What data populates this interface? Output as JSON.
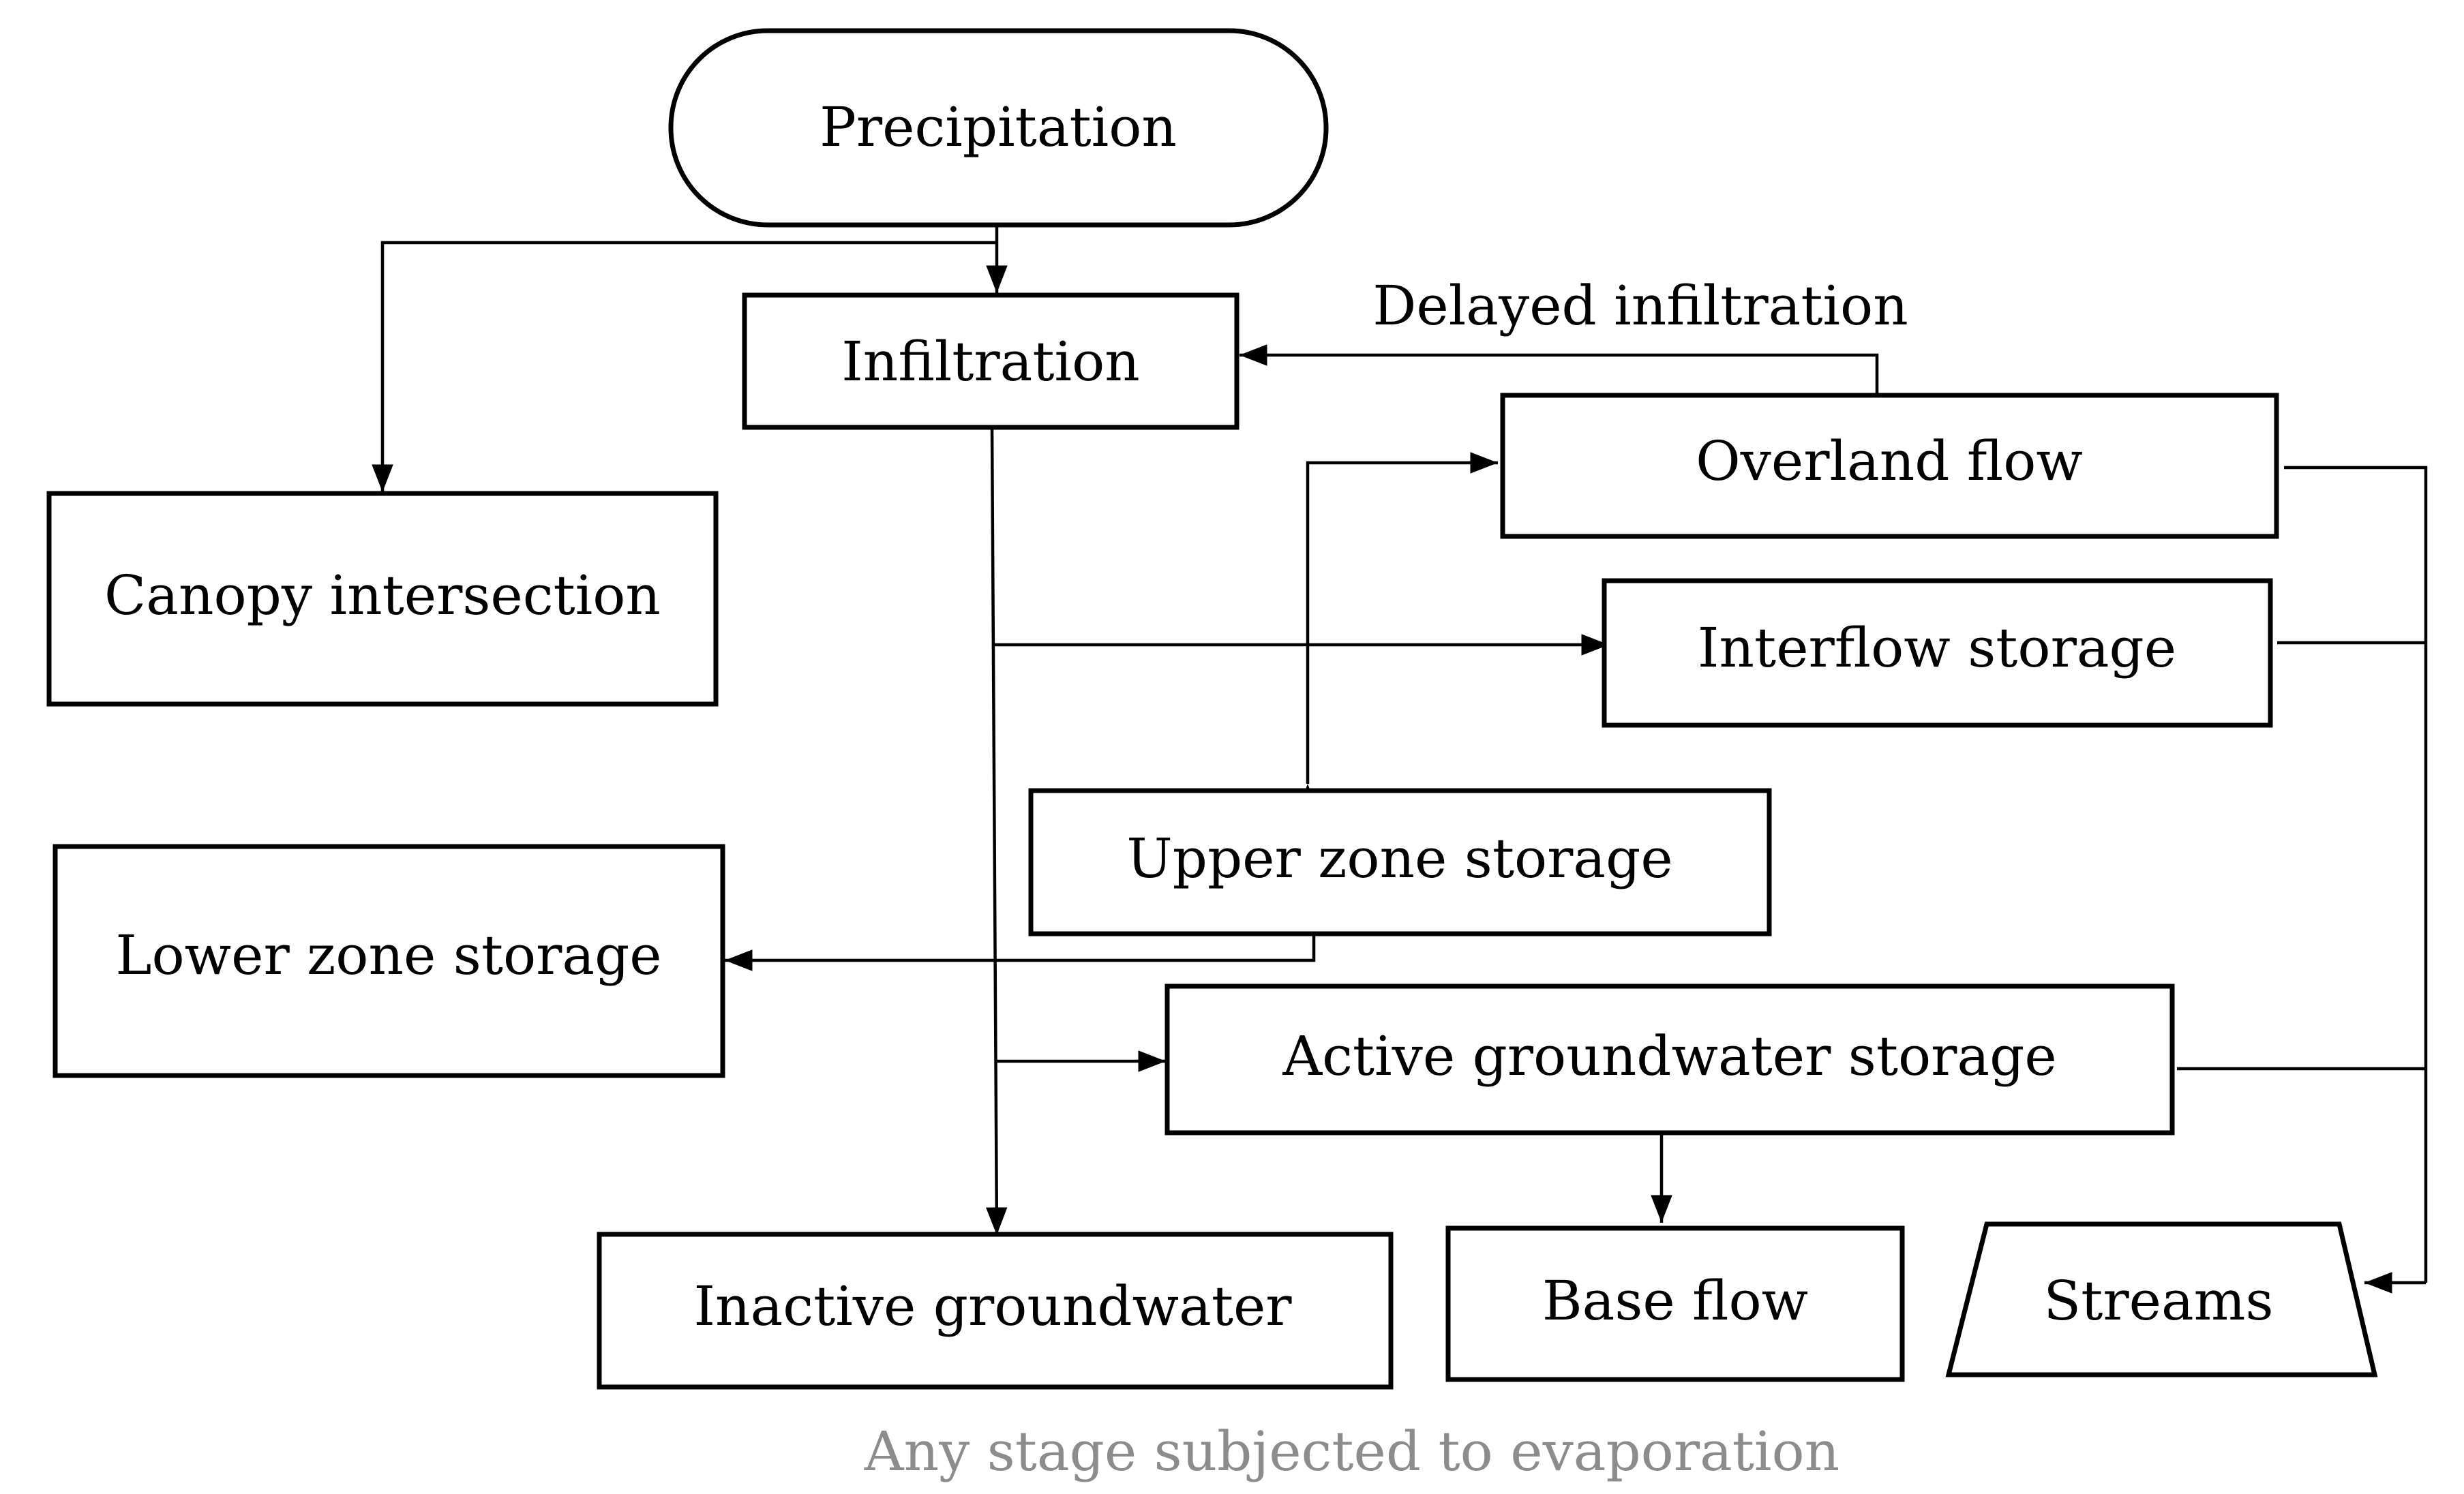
{
  "diagram": {
    "nodes": {
      "precipitation": "Precipitation",
      "infiltration": "Infiltration",
      "canopy_intersection": "Canopy intersection",
      "overland_flow": "Overland flow",
      "interflow_storage": "Interflow storage",
      "upper_zone_storage": "Upper zone storage",
      "lower_zone_storage": "Lower zone storage",
      "active_groundwater_storage": "Active groundwater storage",
      "inactive_groundwater": "Inactive groundwater",
      "base_flow": "Base flow",
      "streams": "Streams"
    },
    "edge_labels": {
      "delayed_infiltration": "Delayed infiltration"
    },
    "caption": "Any stage subjected to evaporation"
  },
  "colors": {
    "stroke": "#000000",
    "caption": "#8c8c8c",
    "background": "#ffffff"
  }
}
